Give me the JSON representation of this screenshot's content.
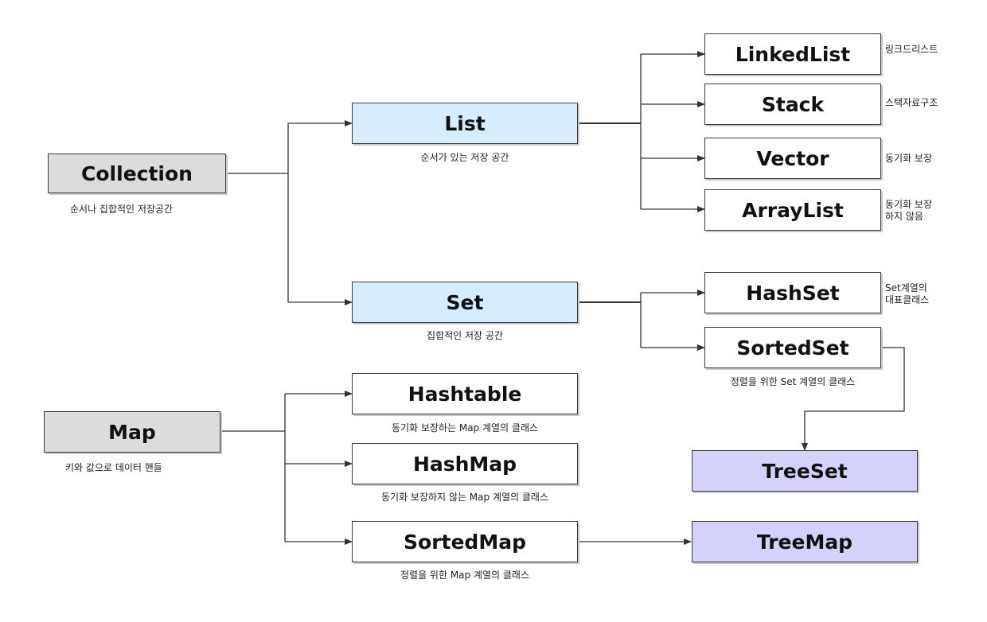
{
  "nodes": {
    "collection": {
      "label": "Collection",
      "caption": "순서나 집합적인 저장공간"
    },
    "list": {
      "label": "List",
      "caption": "순서가 있는 저장 공간"
    },
    "set": {
      "label": "Set",
      "caption": "집합적인 저장 공간"
    },
    "map": {
      "label": "Map",
      "caption": "키와 값으로 데이터 핸들"
    },
    "linkedlist": {
      "label": "LinkedList",
      "note": "링크드리스트"
    },
    "stack": {
      "label": "Stack",
      "note": "스택자료구조"
    },
    "vector": {
      "label": "Vector",
      "note": "동기화 보장"
    },
    "arraylist": {
      "label": "ArrayList",
      "note_line1": "동기화 보장",
      "note_line2": "하지 않음"
    },
    "hashset": {
      "label": "HashSet",
      "note_line1": "Set계열의",
      "note_line2": "대표클래스"
    },
    "sortedset": {
      "label": "SortedSet",
      "caption": "정렬을 위한 Set 계열의 클래스"
    },
    "treeset": {
      "label": "TreeSet"
    },
    "hashtable": {
      "label": "Hashtable",
      "caption": "동기화 보장하는 Map 계열의 클래스"
    },
    "hashmap": {
      "label": "HashMap",
      "caption": "동기화 보장하지 않는 Map 계열의 클래스"
    },
    "sortedmap": {
      "label": "SortedMap",
      "caption": "정렬을 위한 Map 계열의 클래스"
    },
    "treemap": {
      "label": "TreeMap"
    }
  },
  "colors": {
    "root": "#dcdcdc",
    "interface": "#d6ecff",
    "implementation": "#ffffff",
    "sorted_impl": "#d4d2fb",
    "line": "#333333"
  }
}
